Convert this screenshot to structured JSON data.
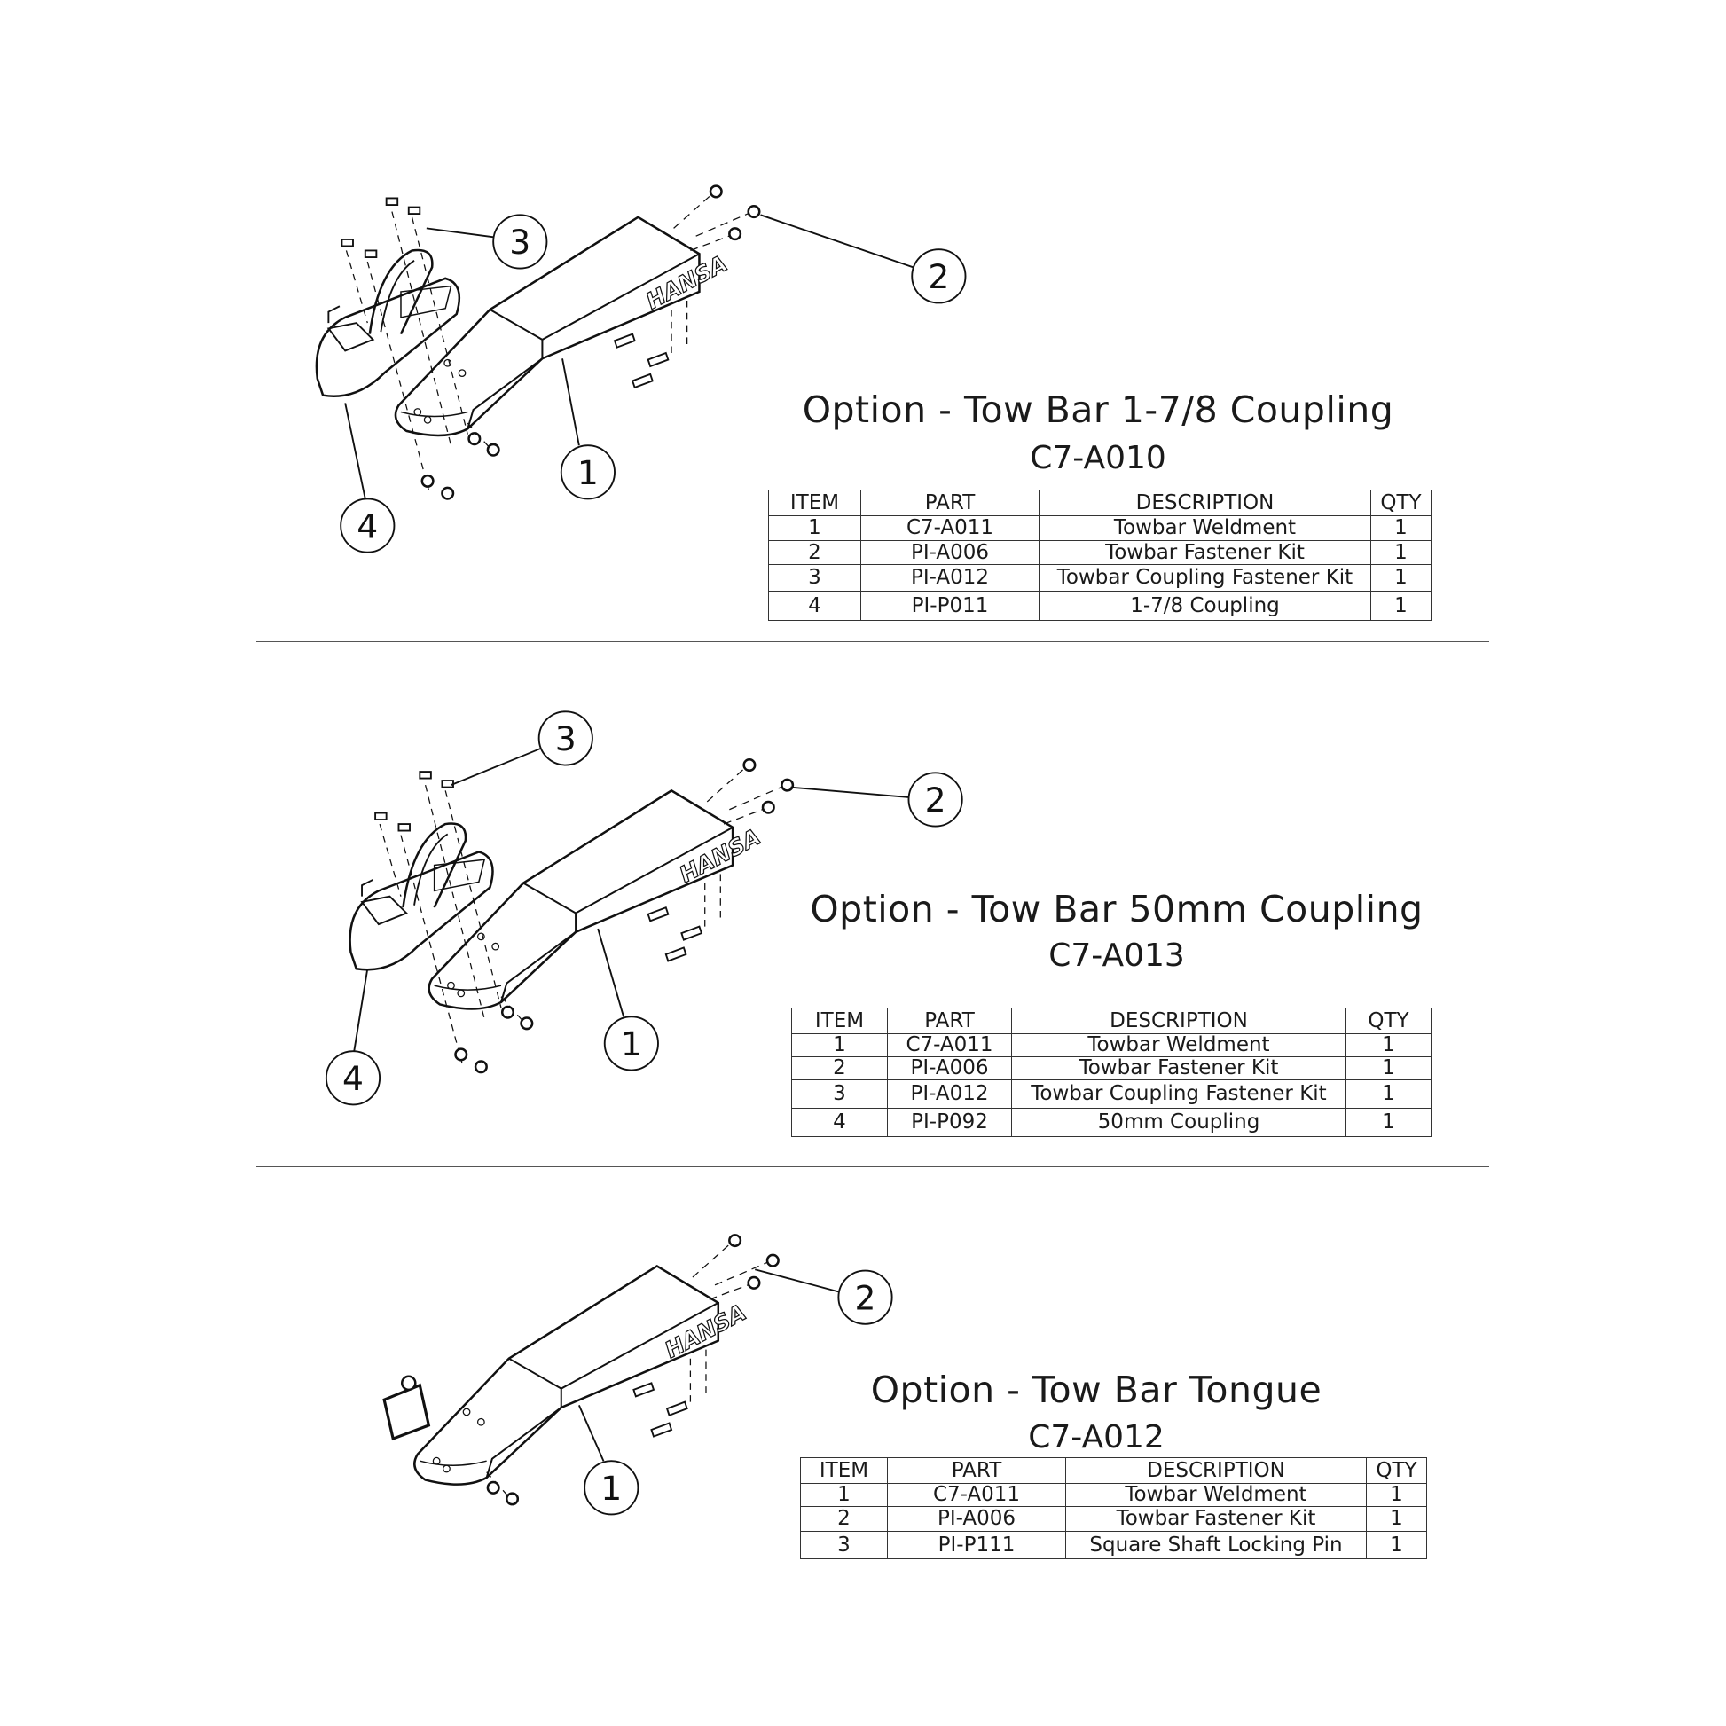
{
  "brand_mark": "HANSA",
  "columns": [
    "ITEM",
    "PART",
    "DESCRIPTION",
    "QTY"
  ],
  "sections": [
    {
      "title": "Option - Tow Bar 1-7/8 Coupling",
      "code": "C7-A010",
      "callouts": [
        "1",
        "2",
        "3",
        "4"
      ],
      "rows": [
        [
          "1",
          "C7-A011",
          "Towbar Weldment",
          "1"
        ],
        [
          "2",
          "PI-A006",
          "Towbar Fastener Kit",
          "1"
        ],
        [
          "3",
          "PI-A012",
          "Towbar Coupling Fastener Kit",
          "1"
        ],
        [
          "4",
          "PI-P011",
          "1-7/8 Coupling",
          "1"
        ]
      ]
    },
    {
      "title": "Option - Tow Bar 50mm Coupling",
      "code": "C7-A013",
      "callouts": [
        "1",
        "2",
        "3",
        "4"
      ],
      "rows": [
        [
          "1",
          "C7-A011",
          "Towbar Weldment",
          "1"
        ],
        [
          "2",
          "PI-A006",
          "Towbar Fastener Kit",
          "1"
        ],
        [
          "3",
          "PI-A012",
          "Towbar Coupling Fastener Kit",
          "1"
        ],
        [
          "4",
          "PI-P092",
          "50mm Coupling",
          "1"
        ]
      ]
    },
    {
      "title": "Option - Tow Bar Tongue",
      "code": "C7-A012",
      "callouts": [
        "1",
        "2"
      ],
      "rows": [
        [
          "1",
          "C7-A011",
          "Towbar Weldment",
          "1"
        ],
        [
          "2",
          "PI-A006",
          "Towbar Fastener Kit",
          "1"
        ],
        [
          "3",
          "PI-P111",
          "Square Shaft Locking Pin",
          "1"
        ]
      ]
    }
  ]
}
